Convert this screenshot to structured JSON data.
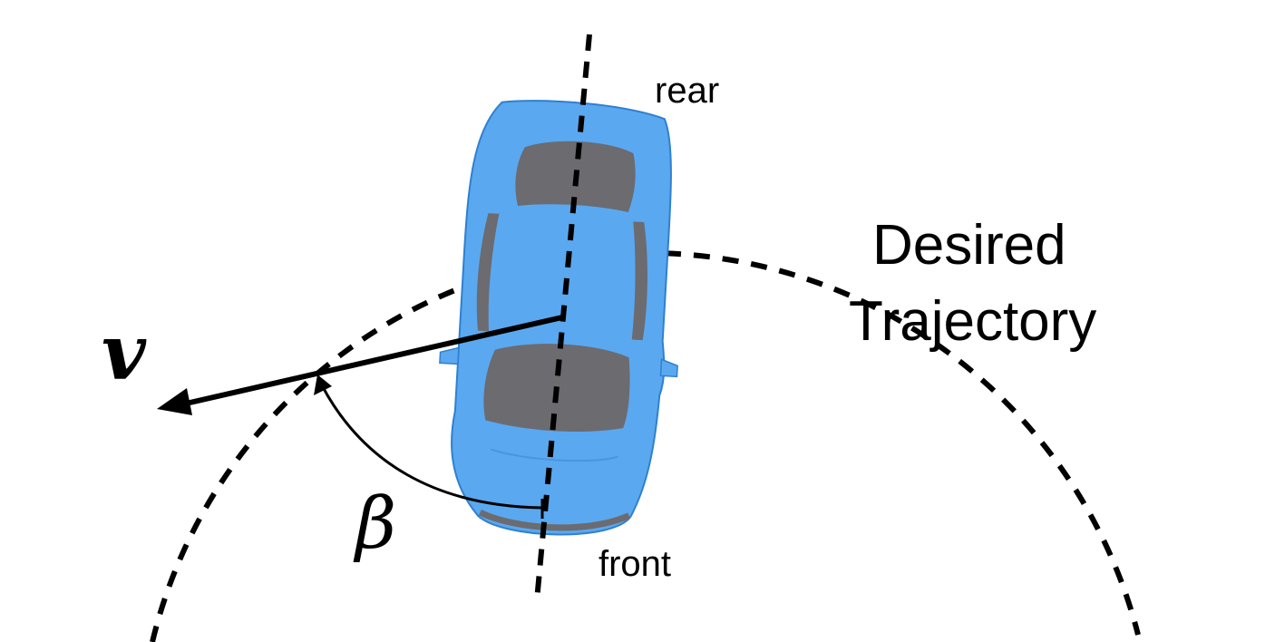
{
  "diagram": {
    "labels": {
      "rear": "rear",
      "front": "front",
      "trajectory_line1": "Desired",
      "trajectory_line2": "Trajectory",
      "velocity_symbol": "v",
      "slip_angle_symbol": "β"
    },
    "colors": {
      "background": "#ffffff",
      "car_body": "#5aa8f0",
      "car_outline": "#2f80cf",
      "car_glass": "#6b6b70",
      "lines": "#000000"
    },
    "icons": {
      "vehicle": "car-top-view-icon",
      "velocity": "arrow-icon"
    },
    "line_styles": {
      "trajectory": "dashed",
      "car_axis": "dashed",
      "velocity": "solid"
    }
  }
}
